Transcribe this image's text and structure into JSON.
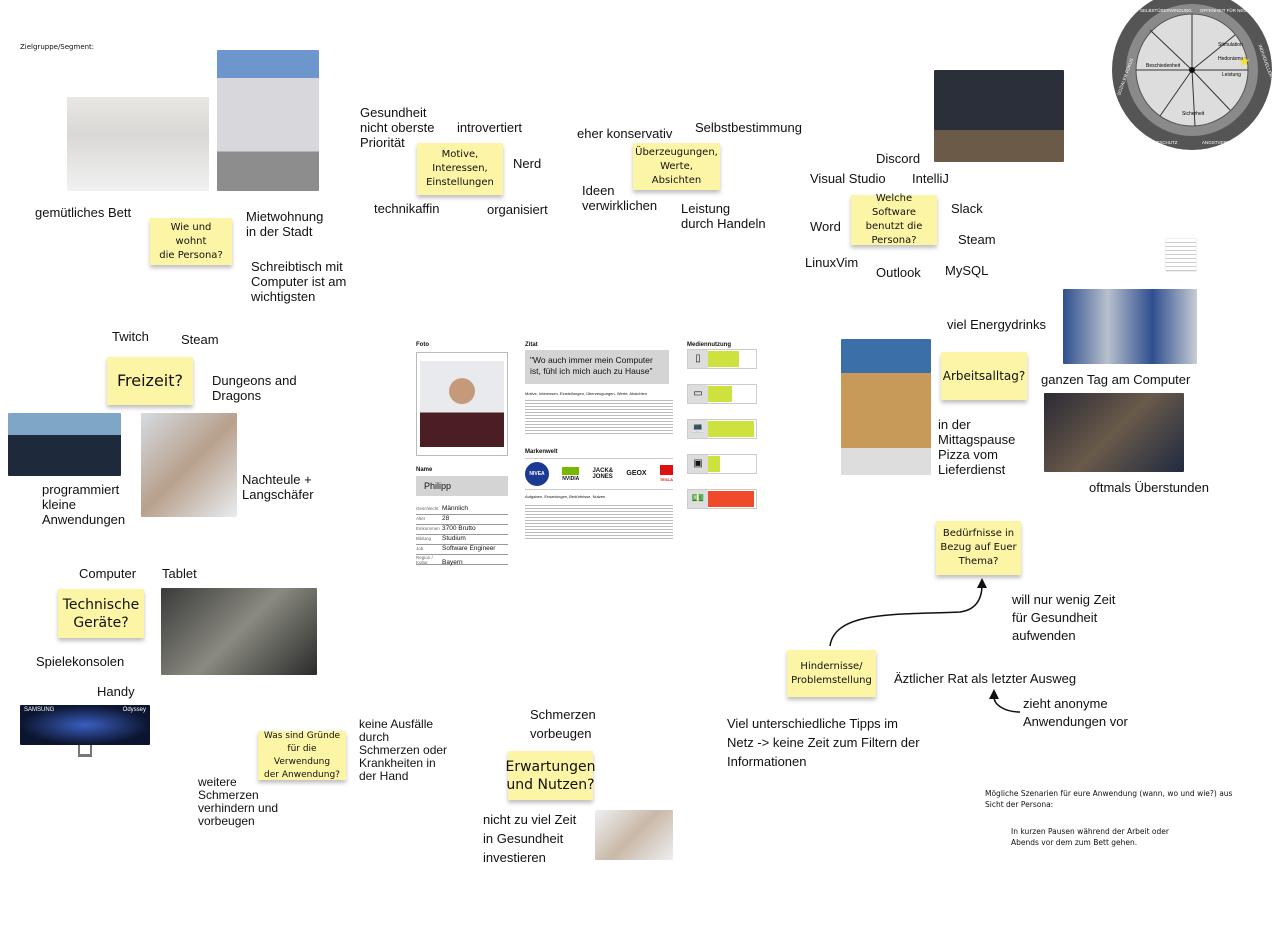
{
  "header": {
    "segment_label": "Zielgruppe/Segment:"
  },
  "living": {
    "sticky": "Wie und wohnt\ndie Persona?",
    "notes": [
      "gemütliches Bett",
      "Mietwohnung\nin der Stadt",
      "Schreibtisch mit\nComputer ist am\nwichtigsten"
    ]
  },
  "motives": {
    "sticky": "Motive,\nInteressen,\nEinstellungen",
    "notes": [
      "Gesundheit\nnicht oberste\nPriorität",
      "introvertiert",
      "Nerd",
      "technikaffin",
      "organisiert"
    ]
  },
  "beliefs": {
    "sticky": "Überzeugungen,\nWerte, Absichten",
    "notes": [
      "eher konservativ",
      "Selbstbestimmung",
      "Ideen\nverwirklichen",
      "Leistung\ndurch Handeln"
    ]
  },
  "software": {
    "sticky": "Welche Software\nbenutzt die\nPersona?",
    "notes": [
      "Discord",
      "Visual Studio",
      "IntelliJ",
      "Word",
      "Slack",
      "Steam",
      "LinuxVim",
      "Outlook",
      "MySQL"
    ]
  },
  "work": {
    "sticky": "Arbeitsalltag?",
    "notes": [
      "viel Energydrinks",
      "ganzen Tag am Computer",
      "in der\nMittagspause\nPizza vom\nLieferdienst",
      "oftmals Überstunden"
    ]
  },
  "needs": {
    "sticky": "Bedürfnisse in\nBezug auf Euer\nThema?",
    "notes": [
      "will nur wenig Zeit\nfür Gesundheit\naufwenden"
    ]
  },
  "obstacles": {
    "sticky": "Hindernisse/\nProblemstellung",
    "notes": [
      "Äztlicher Rat als letzter Ausweg",
      "zieht anonyme\nAnwendungen vor",
      "Viel unterschiedliche Tipps im\nNetz -> keine Zeit zum Filtern der\nInformationen"
    ]
  },
  "leisure": {
    "sticky": "Freizeit?",
    "notes": [
      "Twitch",
      "Steam",
      "Dungeons and\nDragons",
      "programmiert\nkleine\nAnwendungen",
      "Nachteule +\nLangschäfer"
    ]
  },
  "devices": {
    "sticky": "Technische\nGeräte?",
    "notes": [
      "Computer",
      "Tablet",
      "Spielekonsolen",
      "Handy"
    ],
    "monitor_brand": "SAMSUNG",
    "monitor_model": "Odyssey"
  },
  "reasons": {
    "sticky": "Was sind Gründe\nfür die Verwendung\nder Anwendung?",
    "notes": [
      "keine Ausfälle\ndurch\nSchmerzen oder\nKrankheiten in\nder Hand",
      "weitere\nSchmerzen\nverhindern und\nvorbeugen"
    ]
  },
  "expectations": {
    "sticky": "Erwartungen\nund Nutzen?",
    "notes": [
      "Schmerzen\nvorbeugen",
      "nicht zu viel Zeit\nin Gesundheit\ninvestieren"
    ]
  },
  "scenarios": {
    "title": "Mögliche Szenarien für eure Anwendung (wann, wo und wie?) aus\nSicht der Persona:",
    "text": "In kurzen Pausen während der Arbeit oder\nAbends vor dem zum Bett gehen."
  },
  "persona": {
    "foto_label": "Foto",
    "name_label": "Name",
    "name": "Philipp",
    "details": [
      {
        "k": "Geschlecht",
        "v": "Männlich"
      },
      {
        "k": "Alter",
        "v": "28"
      },
      {
        "k": "Einkommen",
        "v": "3700 Brutto"
      },
      {
        "k": "Bildung",
        "v": "Studium"
      },
      {
        "k": "Job",
        "v": "Software Engineer"
      },
      {
        "k": "Region / Kultur",
        "v": "Bayern"
      }
    ],
    "zitat_label": "Zitat",
    "quote": "\"Wo auch immer mein Computer ist, fühl ich mich auch zu Hause\"",
    "motives_label": "Motive, Interessen, Einstellungen, Überzeugungen, Werte, Absichten",
    "brands_label": "Markenwelt",
    "brands": [
      "NIVEA",
      "NVIDIA",
      "JACK&\nJONES",
      "GEOX",
      "TESLA"
    ],
    "tasks_label": "Aufgaben, Erwartungen, Bedürfnisse, Nutzen",
    "media_label": "Mediennutzung",
    "media": [
      {
        "icon": "smartphone-icon",
        "glyph": "▯",
        "value": 0.65,
        "color": "#cde23f"
      },
      {
        "icon": "tablet-icon",
        "glyph": "▭",
        "value": 0.5,
        "color": "#cde23f"
      },
      {
        "icon": "laptop-icon",
        "glyph": "💻",
        "value": 0.95,
        "color": "#cde23f"
      },
      {
        "icon": "tv-icon",
        "glyph": "▣",
        "value": 0.25,
        "color": "#cde23f"
      },
      {
        "icon": "money-icon",
        "glyph": "💵",
        "value": 0.95,
        "color": "#ef4b2a"
      }
    ]
  },
  "wheel": {
    "labels": [
      "OFFENHEIT FÜR NEUES",
      "SELBSTÜBERWINDUNG",
      "SOZIALER FOKUS",
      "INDIVIDUELLER FOKUS",
      "SELBSTSCHUTZ",
      "ANGSTVERMEIDUNG",
      "Hedonismus",
      "Leistung",
      "Stimulation",
      "Sicherheit",
      "Beschiedenheit"
    ]
  }
}
